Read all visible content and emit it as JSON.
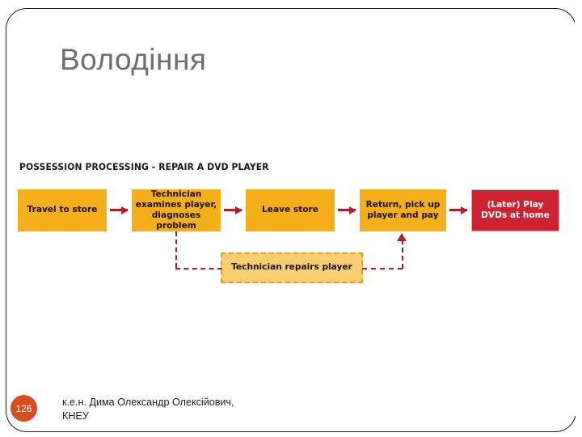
{
  "slide": {
    "title": "Володіння",
    "title_color": "#6e6e6e",
    "background": "#ffffff",
    "frame_color": "#1a1a1a"
  },
  "diagram": {
    "heading": "POSSESSION PROCESSING - REPAIR A DVD PLAYER",
    "colors": {
      "node_orange": "#F4AF1B",
      "node_red": "#CF2230",
      "node_dashed_fill": "#FBCE72",
      "node_dashed_border": "#E79B23",
      "arrow": "#AE1F23",
      "dash_line": "#9E2028"
    },
    "nodes": [
      {
        "id": "travel",
        "label": "Travel to store",
        "style": "orange"
      },
      {
        "id": "examine",
        "label": "Technician examines player, diagnoses problem",
        "style": "orange"
      },
      {
        "id": "leave",
        "label": "Leave store",
        "style": "orange"
      },
      {
        "id": "return",
        "label": "Return, pick up player and pay",
        "style": "orange"
      },
      {
        "id": "play",
        "label": "(Later) Play DVDs at home",
        "style": "red"
      },
      {
        "id": "repair",
        "label": "Technician repairs player",
        "style": "dashed"
      }
    ]
  },
  "footer": {
    "slide_number": "126",
    "author_line_1": "к.е.н. Дима Олександр Олексійович,",
    "author_line_2": "КНЕУ",
    "badge_color": "#D94C1E"
  }
}
